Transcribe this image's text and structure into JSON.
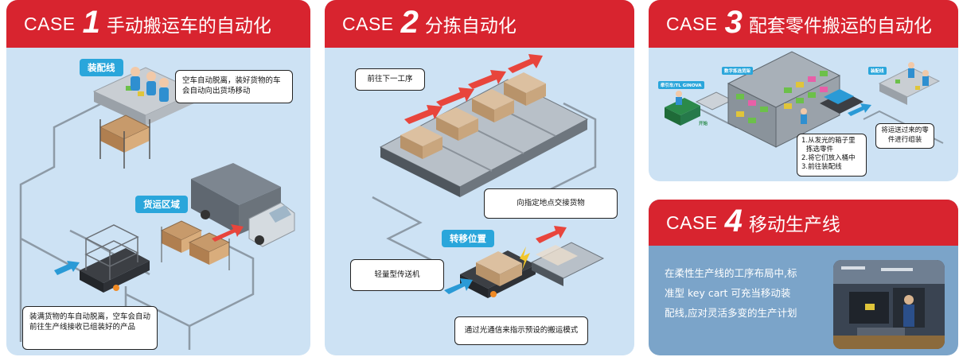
{
  "case1": {
    "case_word": "CASE",
    "number": "1",
    "title": "手动搬运车的自动化",
    "tag_assembly": "装配线",
    "tag_freight": "货运区域",
    "callout_top": "空车自动脱离，装好货物的车会自动向出货场移动",
    "callout_bottom": "装满货物的车自动脱离，空车会自动前往生产线接收已组装好的产品"
  },
  "case2": {
    "case_word": "CASE",
    "number": "2",
    "title": "分拣自动化",
    "callout_next": "前往下一工序",
    "callout_handover": "向指定地点交接货物",
    "tag_transfer": "转移位置",
    "callout_conveyor": "轻量型传送机",
    "callout_optical": "通过光通信来指示预设的搬运模式"
  },
  "case3": {
    "case_word": "CASE",
    "number": "3",
    "title": "配套零件搬运的自动化",
    "tag_tractor": "牵引车/TL GINOVA",
    "tag_digital": "数字拣选货架",
    "tag_assembly": "装配线",
    "tag_start": "开始",
    "steps": [
      "1.从发光的箱子里",
      "拣选零件",
      "2.将它们放入桶中",
      "3.前往装配线"
    ],
    "callout_assemble": "将运送过来的零件进行组装"
  },
  "case4": {
    "case_word": "CASE",
    "number": "4",
    "title": "移动生产线",
    "body": "在柔性生产线的工序布局中,标准型 key cart 可充当移动装配线,应对灵活多变的生产计划"
  },
  "colors": {
    "header_red": "#d8242f",
    "panel_blue": "#cde2f4",
    "tag_blue": "#2aa6db",
    "arrow_red": "#e8453c",
    "arrow_blue": "#2a9ad6"
  }
}
